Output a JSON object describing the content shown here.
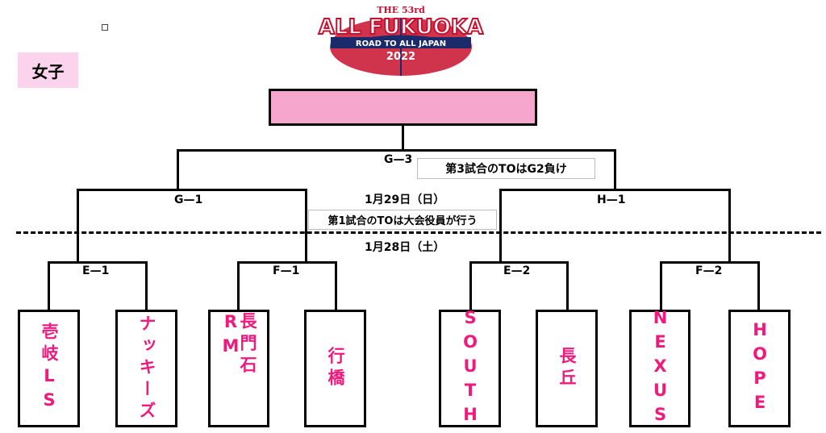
{
  "category": "女子",
  "logo": {
    "line1": "THE 53rd",
    "line2": "ALL FUKUOKA",
    "line3": "ROAD TO ALL JAPAN",
    "year": "2022",
    "colors": {
      "red": "#c8102e",
      "navy": "#1b2a6b"
    }
  },
  "matches": {
    "g3": "G—3",
    "g1": "G—1",
    "h1": "H—1",
    "e1": "E—1",
    "f1": "F—1",
    "e2": "E—2",
    "f2": "F—2"
  },
  "notes": {
    "g3_note": "第3試合のTOはG2負け",
    "day2": "1月29日（日）",
    "to_note": "第1試合のTOは大会役員が行う",
    "day1": "1月28日（土）"
  },
  "teams": [
    {
      "name": "壱岐LS"
    },
    {
      "name": "ナッキーズ"
    },
    {
      "name": "長門石RM"
    },
    {
      "name": "行橋"
    },
    {
      "name": "SOUTH"
    },
    {
      "name": "長丘"
    },
    {
      "name": "NEXUS"
    },
    {
      "name": "HOPE"
    }
  ],
  "colors": {
    "team_text": "#f0197d",
    "winner_fill": "#f6a6cc",
    "tag_fill": "#fbd3ec"
  }
}
